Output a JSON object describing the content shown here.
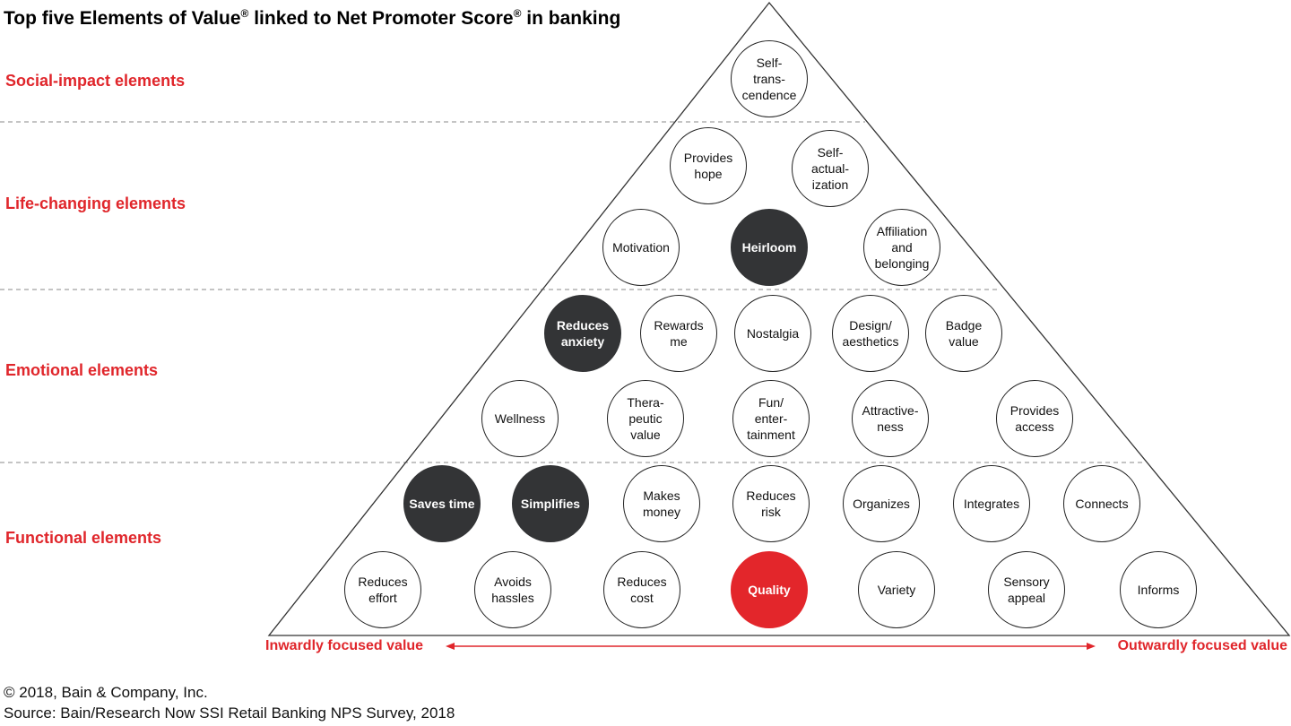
{
  "title": {
    "text_a": "Top five Elements of Value",
    "text_b": " linked to Net Promoter Score",
    "text_c": " in banking",
    "reg": "®"
  },
  "categories": [
    "Social-impact elements",
    "Life-changing elements",
    "Emotional elements",
    "Functional elements"
  ],
  "elements": [
    {
      "label": "Self-\ntrans-\ncendence",
      "style": "normal"
    },
    {
      "label": "Provides\nhope",
      "style": "normal"
    },
    {
      "label": "Self-\nactual-\nization",
      "style": "normal"
    },
    {
      "label": "Motivation",
      "style": "normal"
    },
    {
      "label": "Heirloom",
      "style": "dark"
    },
    {
      "label": "Affiliation\nand\nbelonging",
      "style": "normal"
    },
    {
      "label": "Reduces\nanxiety",
      "style": "dark"
    },
    {
      "label": "Rewards\nme",
      "style": "normal"
    },
    {
      "label": "Nostalgia",
      "style": "normal"
    },
    {
      "label": "Design/\naesthetics",
      "style": "normal"
    },
    {
      "label": "Badge\nvalue",
      "style": "normal"
    },
    {
      "label": "Wellness",
      "style": "normal"
    },
    {
      "label": "Thera-\npeutic\nvalue",
      "style": "normal"
    },
    {
      "label": "Fun/\nenter-\ntainment",
      "style": "normal"
    },
    {
      "label": "Attractive-\nness",
      "style": "normal"
    },
    {
      "label": "Provides\naccess",
      "style": "normal"
    },
    {
      "label": "Saves time",
      "style": "dark"
    },
    {
      "label": "Simplifies",
      "style": "dark"
    },
    {
      "label": "Makes\nmoney",
      "style": "normal"
    },
    {
      "label": "Reduces\nrisk",
      "style": "normal"
    },
    {
      "label": "Organizes",
      "style": "normal"
    },
    {
      "label": "Integrates",
      "style": "normal"
    },
    {
      "label": "Connects",
      "style": "normal"
    },
    {
      "label": "Reduces\neffort",
      "style": "normal"
    },
    {
      "label": "Avoids\nhassles",
      "style": "normal"
    },
    {
      "label": "Reduces\ncost",
      "style": "normal"
    },
    {
      "label": "Quality",
      "style": "red"
    },
    {
      "label": "Variety",
      "style": "normal"
    },
    {
      "label": "Sensory\nappeal",
      "style": "normal"
    },
    {
      "label": "Informs",
      "style": "normal"
    }
  ],
  "axis": {
    "left": "Inwardly focused value",
    "right": "Outwardly focused value"
  },
  "footer": {
    "copyright": "© 2018, Bain & Company, Inc.",
    "source": "Source: Bain/Research Now SSI Retail Banking NPS Survey, 2018"
  },
  "colors": {
    "accent": "#e3262b",
    "dark": "#333436"
  }
}
